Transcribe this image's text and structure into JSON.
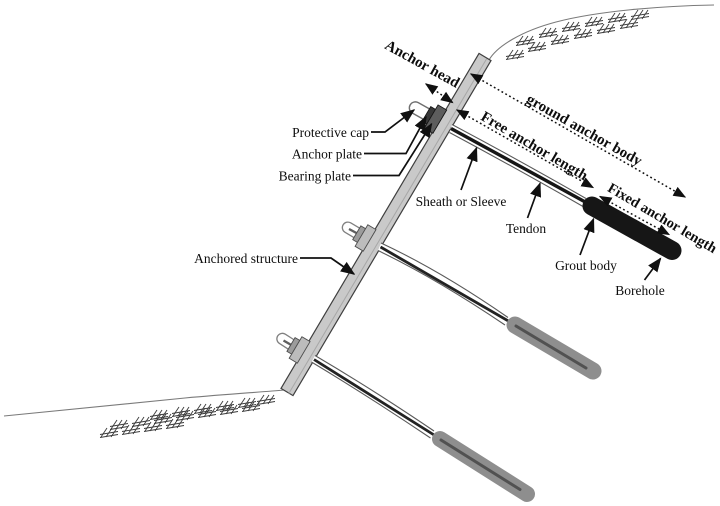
{
  "diagram": {
    "subject": "ground anchor system",
    "dimension_labels": {
      "anchor_head": "Anchor head",
      "ground_anchor_body": "ground anchor body",
      "free_anchor_length": "Free anchor length",
      "fixed_anchor_length": "Fixed anchor length"
    },
    "part_labels": {
      "protective_cap": "Protective cap",
      "anchor_plate": "Anchor plate",
      "bearing_plate": "Bearing plate",
      "sheath_or_sleeve": "Sheath or Sleeve",
      "tendon": "Tendon",
      "anchored_structure": "Anchored structure",
      "grout_body": "Grout body",
      "borehole": "Borehole"
    },
    "colors": {
      "background": "#ffffff",
      "wall_fill": "#c9c9c9",
      "grout_fixed_anchor": "#161616",
      "grout_lower_anchors": "#8e8e8e",
      "plate_dark": "#5d5d5d",
      "plate_light": "#bcbcbc",
      "protective_cap_fill": "#ffffff",
      "line": "#101010"
    }
  }
}
